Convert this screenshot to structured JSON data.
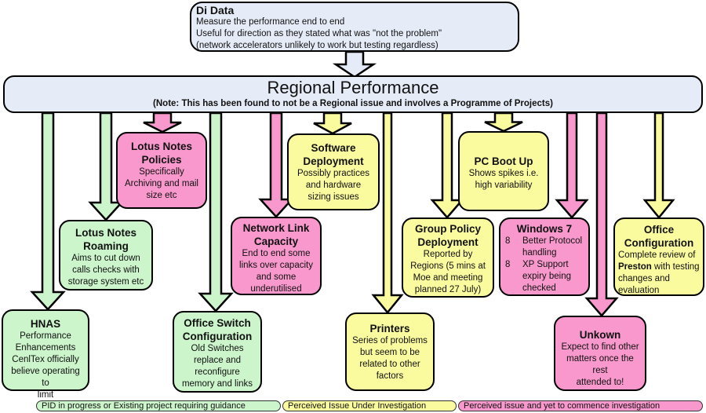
{
  "colors": {
    "green": "#ccf5cc",
    "yellow": "#fafa9e",
    "pink": "#f898cc",
    "top": "#e6ecf7"
  },
  "top_box": {
    "title": "Di Data",
    "lines": [
      "Measure the performance end to end",
      "Useful for direction as they stated what was \"not the problem\"",
      "(network accelerators unlikely to work but testing regardless)"
    ]
  },
  "regional": {
    "title": "Regional Performance",
    "note": "(Note: This has been found to not be a Regional issue and involves a Programme of Projects)"
  },
  "nodes": {
    "lotus_policies": {
      "title_1": "Lotus Notes",
      "title_2": "Policies",
      "desc": [
        "Specifically",
        "Archiving and mail",
        "size etc"
      ],
      "status": "pink"
    },
    "lotus_roaming": {
      "title_1": "Lotus Notes",
      "title_2": "Roaming",
      "desc": [
        "Aims to cut down",
        "calls checks with",
        "storage system etc"
      ],
      "status": "green"
    },
    "hnas": {
      "title_1": "HNAS",
      "desc": [
        "Performance",
        "Enhancements",
        "CenlTex officially",
        "believe operating to",
        "limit"
      ],
      "status": "green"
    },
    "office_switch": {
      "title_1": "Office Switch",
      "title_2": "Configuration",
      "desc": [
        "Old Switches",
        "replace and",
        "reconfigure",
        "memory and links"
      ],
      "status": "green"
    },
    "network_link": {
      "title_1": "Network Link",
      "title_2": "Capacity",
      "desc": [
        "End to end some",
        "links over capacity",
        "and some",
        "underutilised"
      ],
      "status": "pink"
    },
    "software_deploy": {
      "title_1": "Software",
      "title_2": "Deployment",
      "desc": [
        "Possibly practices",
        "and hardware",
        "sizing issues"
      ],
      "status": "yellow"
    },
    "printers": {
      "title_1": "Printers",
      "desc": [
        "Series of problems",
        "but seem to be",
        "related to other",
        "factors"
      ],
      "status": "yellow"
    },
    "group_policy": {
      "title_1": "Group Policy",
      "title_2": "Deployment",
      "desc": [
        "Reported by",
        "Regions (5 mins at",
        "Moe and meeting",
        "planned 27 July)"
      ],
      "status": "yellow"
    },
    "pc_boot": {
      "title_1": "PC Boot Up",
      "desc": [
        "Shows spikes i.e.",
        "high variability"
      ],
      "status": "yellow"
    },
    "windows7": {
      "title_1": "Windows 7",
      "bullet": "8",
      "bullets": [
        "Better Protocol handling",
        "XP Support expiry being checked"
      ],
      "status": "pink"
    },
    "office_config": {
      "title_1": "Office",
      "title_2": "Configuration",
      "desc_pre": "Complete review of",
      "desc_bold": "Preston",
      "desc_post": " with testing changes and evaluation",
      "status": "yellow"
    },
    "unknown": {
      "title_1": "Unkown",
      "desc": [
        "Expect to find other",
        "matters once the rest",
        "attended to!"
      ],
      "status": "pink"
    }
  },
  "legend": [
    {
      "label": "PID in progress or Existing project requiring guidance",
      "status": "green"
    },
    {
      "label": "Perceived Issue Under Investigation",
      "status": "yellow"
    },
    {
      "label": "Perceived issue and yet to commence investigation",
      "status": "pink"
    }
  ]
}
